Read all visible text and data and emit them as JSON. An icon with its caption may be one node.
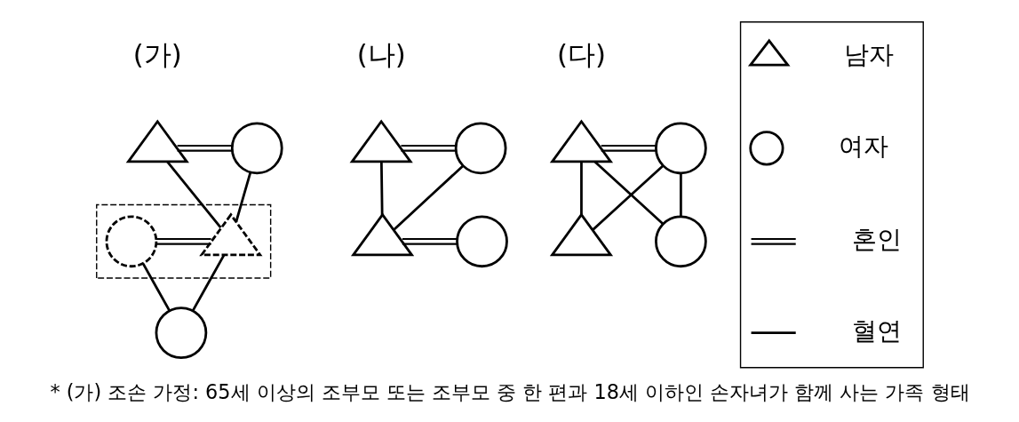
{
  "diagram": {
    "caption": "* (가) 조손 가정: 65세 이상의 조부모 또는 조부모 중 한 편과 18세 이하인 손자녀가 함께 사는 가족 형태",
    "nodes": [
      {
        "text": [],
        "shape": "triangle"
      },
      {
        "text": [],
        "shape": "circle"
      },
      {
        "text": [],
        "shape": "box"
      },
      {
        "text": [],
        "shape": "triangle",
        "in": 2
      },
      {
        "text": [],
        "shape": "circle",
        "in": 2
      },
      {
        "text": [],
        "shape": "circle"
      },
      {
        "text": [],
        "shape": "triangle"
      },
      {
        "text": [],
        "shape": "circle"
      },
      {
        "text": [],
        "shape": "triangle"
      },
      {
        "text": [],
        "shape": "circle"
      },
      {
        "text": [],
        "shape": "triangle"
      },
      {
        "text": [],
        "shape": "circle"
      },
      {
        "text": [],
        "shape": "triangle"
      },
      {
        "text": [],
        "shape": "circle"
      },
      {
        "text": [],
        "shape": "box"
      },
      {
        "text": [],
        "shape": "triangle",
        "in": 14
      },
      {
        "text": [],
        "shape": "circle",
        "in": 14
      }
    ],
    "edges": [
      {
        "from": 0,
        "to": 1,
        "arrow": "none"
      },
      {
        "from": 0,
        "to": 3,
        "arrow": "none"
      },
      {
        "from": 1,
        "to": 3,
        "arrow": "none"
      },
      {
        "from": 3,
        "to": 4,
        "arrow": "none"
      },
      {
        "from": 3,
        "to": 5,
        "arrow": "none"
      },
      {
        "from": 4,
        "to": 5,
        "arrow": "none"
      },
      {
        "from": 6,
        "to": 7,
        "arrow": "none"
      },
      {
        "from": 6,
        "to": 8,
        "arrow": "none"
      },
      {
        "from": 7,
        "to": 8,
        "arrow": "none"
      },
      {
        "from": 8,
        "to": 9,
        "arrow": "none"
      },
      {
        "from": 10,
        "to": 11,
        "arrow": "none"
      },
      {
        "from": 10,
        "to": 12,
        "arrow": "none"
      },
      {
        "from": 11,
        "to": 12,
        "arrow": "none"
      },
      {
        "from": 10,
        "to": 13,
        "arrow": "none"
      },
      {
        "from": 11,
        "to": 13,
        "arrow": "none"
      }
    ],
    "labels": [
      "(가)",
      "(나)",
      "(다)"
    ],
    "legend": [
      {
        "text": "남자"
      },
      {
        "text": "여자"
      },
      {
        "text": "혼인"
      },
      {
        "text": "혈연"
      }
    ]
  }
}
